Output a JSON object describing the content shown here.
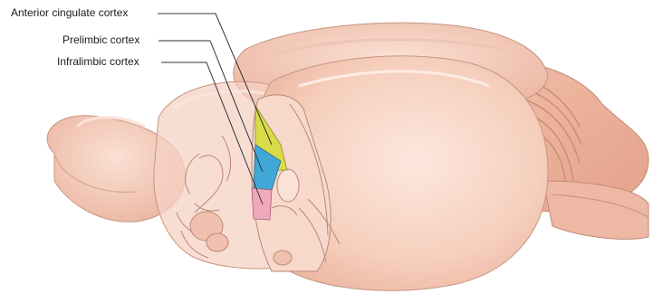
{
  "labels": {
    "anterior_cingulate": "Anterior cingulate cortex",
    "prelimbic": "Prelimbic cortex",
    "infralimbic": "Infralimbic cortex"
  },
  "colors": {
    "skin": "#f4c9b5",
    "skin_light": "#f9ddd0",
    "skin_shadow": "#e2a995",
    "outline": "#b98878",
    "anterior_cingulate": "#d9dc46",
    "prelimbic": "#3fa8d6",
    "infralimbic": "#f0a8bc",
    "leader_line": "#333333"
  }
}
